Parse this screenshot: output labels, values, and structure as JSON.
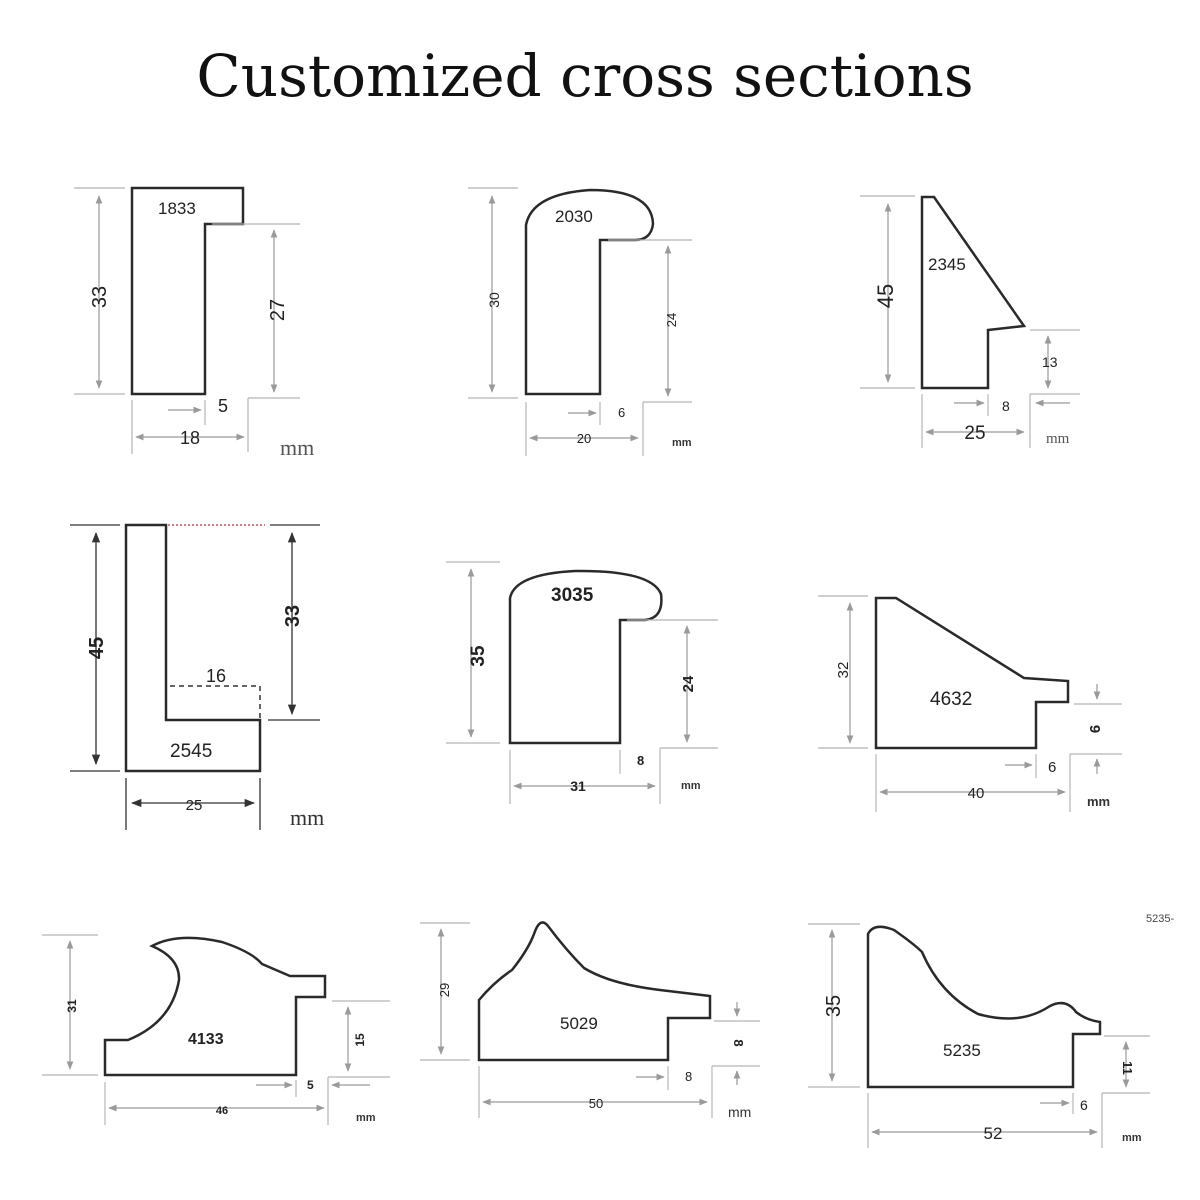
{
  "title": "Customized cross sections",
  "extra_label": "5235-",
  "colors": {
    "outline": "#2a2a2a",
    "dimension": "#9a9a9a",
    "text": "#222222",
    "accent_dotted": "#e05050"
  },
  "profiles": [
    {
      "code": "1833",
      "height": "33",
      "inner_height": "27",
      "width": "18",
      "lip": "5",
      "unit": "mm"
    },
    {
      "code": "2030",
      "height": "30",
      "inner_height": "24",
      "width": "20",
      "lip": "6",
      "unit": "mm"
    },
    {
      "code": "2345",
      "height": "45",
      "inner_height": "13",
      "width": "25",
      "lip": "8",
      "unit": "mm"
    },
    {
      "code": "2545",
      "height": "45",
      "inner_height": "33",
      "width": "25",
      "lip": "16",
      "unit": "mm"
    },
    {
      "code": "3035",
      "height": "35",
      "inner_height": "24",
      "width": "31",
      "lip": "8",
      "unit": "mm"
    },
    {
      "code": "4632",
      "height": "32",
      "inner_height": "9",
      "width": "40",
      "lip": "6",
      "unit": "mm"
    },
    {
      "code": "4133",
      "height": "31",
      "inner_height": "15",
      "width": "46",
      "lip": "5",
      "unit": "mm"
    },
    {
      "code": "5029",
      "height": "29",
      "inner_height": "8",
      "width": "50",
      "lip": "8",
      "unit": "mm"
    },
    {
      "code": "5235",
      "height": "35",
      "inner_height": "11",
      "width": "52",
      "lip": "6",
      "unit": "mm"
    }
  ]
}
